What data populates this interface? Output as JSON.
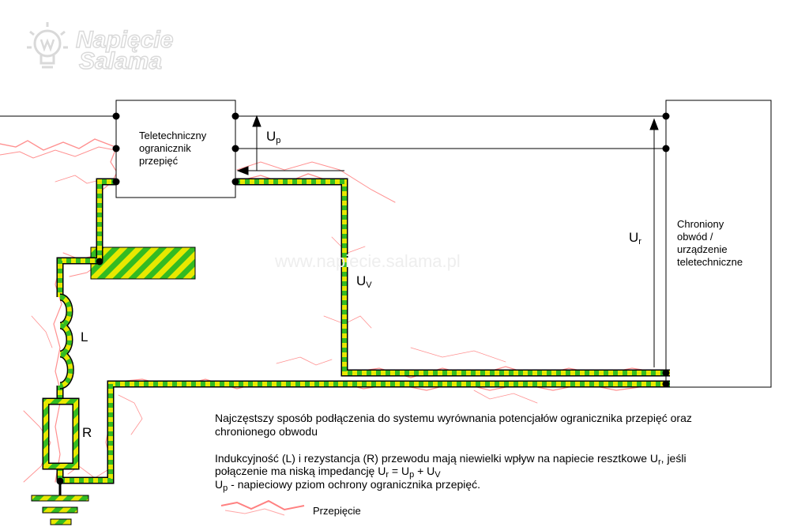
{
  "logo": {
    "line1": "Napięcie",
    "line2": "Salama"
  },
  "watermark": "www.napiecie.salama.pl",
  "boxes": {
    "protector": [
      "Teletechniczny",
      "ogranicznik",
      "przepięć"
    ],
    "protected": [
      "Chroniony",
      "obwód /",
      "urządzenie",
      "teletechniczne"
    ]
  },
  "labels": {
    "up": {
      "main": "U",
      "sub": "p"
    },
    "ur": {
      "main": "U",
      "sub": "r"
    },
    "uv": {
      "main": "U",
      "sub": "V"
    },
    "inductance": "L",
    "resistance": "R"
  },
  "caption": {
    "line1": "Najczęstszy sposób podłączenia do systemu wyrównania potencjałów ogranicznika przepięć oraz",
    "line2": "chronionego obwodu",
    "line3a": "Indukcyjność (L) i rezystancja (R) przewodu mają niewielki wpływ na napiecie resztkowe  U",
    "line3sub": "r",
    "line3b": ", jeśli",
    "line4": [
      {
        "t": "połączenie ma niską impedancję U",
        "s": false
      },
      {
        "t": "r",
        "s": true
      },
      {
        "t": " = U",
        "s": false
      },
      {
        "t": "p",
        "s": true
      },
      {
        "t": " + U",
        "s": false
      },
      {
        "t": "V",
        "s": true
      }
    ],
    "line5": [
      {
        "t": "U",
        "s": false
      },
      {
        "t": "p",
        "s": true
      },
      {
        "t": " - napieciowy pziom ochrony ogranicznika przepięć.",
        "s": false
      }
    ]
  },
  "legend": {
    "label": "Przepięcie"
  },
  "colors": {
    "earth_yellow": "#e8e800",
    "earth_green": "#33bb22",
    "surge": "#ff6b6b",
    "wire": "#000000"
  }
}
